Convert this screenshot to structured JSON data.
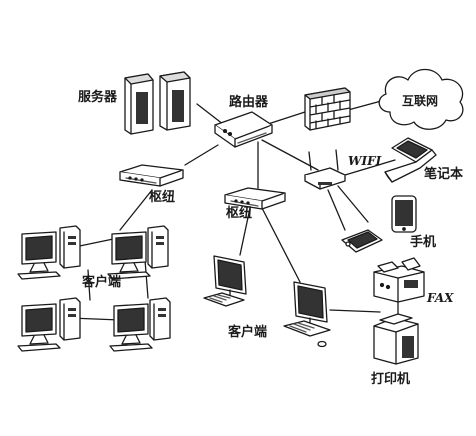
{
  "labels": {
    "server": "服务器",
    "router": "路由器",
    "internet": "互联网",
    "wifi": "WIFI",
    "laptop": "笔记本",
    "hub_left": "枢纽",
    "hub_center": "枢纽",
    "client_left": "客户端",
    "client_center": "客户端",
    "phone": "手机",
    "fax": "FAX",
    "printer": "打印机"
  },
  "colors": {
    "ink": "#1a1a1a",
    "paper": "#ffffff",
    "shade": "#555555"
  }
}
